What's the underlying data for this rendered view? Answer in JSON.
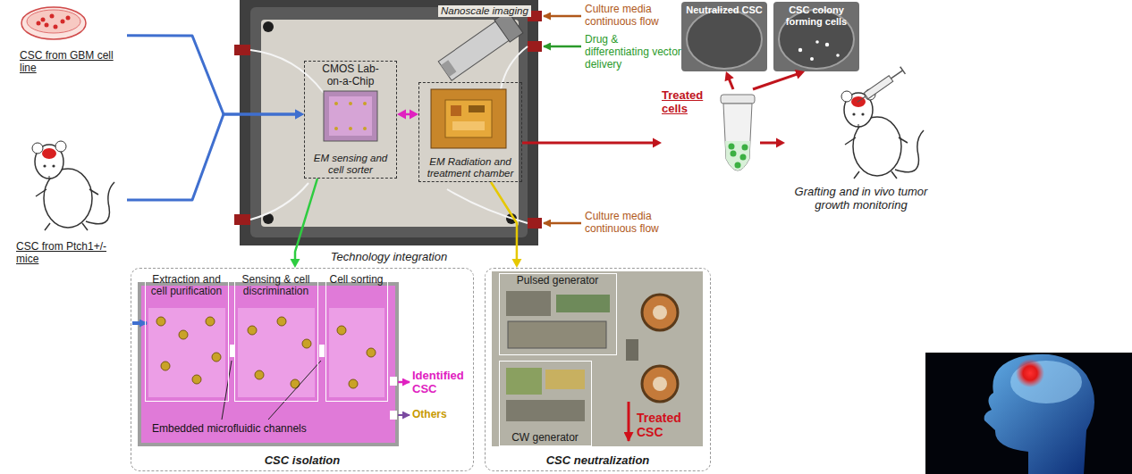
{
  "diagram": {
    "nodes": [
      {
        "text": [
          "CSC from GBM cell line"
        ]
      },
      {
        "text": [
          "CSC from Ptch1+/- mice"
        ]
      },
      {
        "text": [
          "Technology integration"
        ]
      },
      {
        "text": [
          "CMOS Lab-on-a-Chip",
          "EM sensing and cell sorter"
        ],
        "in": 2
      },
      {
        "text": [
          "EM Radiation and treatment chamber"
        ],
        "in": 2
      },
      {
        "text": [
          "Neutralized CSC"
        ]
      },
      {
        "text": [
          "CSC colony forming cells"
        ]
      },
      {
        "text": [
          "Treated cells"
        ]
      },
      {
        "text": [
          "Grafting and in vivo tumor growth monitoring"
        ]
      },
      {
        "text": [
          "CSC isolation"
        ]
      },
      {
        "text": [
          "Extraction and cell purification"
        ],
        "in": 9
      },
      {
        "text": [
          "Sensing & cell discrimination"
        ],
        "in": 9
      },
      {
        "text": [
          "Cell sorting"
        ],
        "in": 9
      },
      {
        "text": [
          "CSC neutralization"
        ]
      },
      {
        "text": [
          "Pulsed generator"
        ],
        "in": 13
      },
      {
        "text": [
          "CW generator"
        ],
        "in": 13
      }
    ],
    "edges": [
      {
        "from": 0,
        "to": 3,
        "arrow": "to"
      },
      {
        "from": 1,
        "to": 3,
        "arrow": "to"
      },
      {
        "from": 3,
        "to": 4,
        "arrow": "both"
      },
      {
        "from": 3,
        "to": 9,
        "arrow": "to"
      },
      {
        "from": 4,
        "to": 13,
        "arrow": "to"
      },
      {
        "from": 4,
        "to": 7,
        "arrow": "to"
      },
      {
        "from": 7,
        "to": 5,
        "arrow": "to"
      },
      {
        "from": 7,
        "to": 6,
        "arrow": "to"
      },
      {
        "from": 7,
        "to": 8,
        "arrow": "to"
      }
    ],
    "labels": [
      "Nanoscale imaging",
      "Culture media continuous flow",
      "Drug & differentiating vector delivery",
      "Culture media continuous flow",
      "Embedded microfluidic channels",
      "Identified CSC",
      "Others",
      "Treated CSC"
    ]
  }
}
